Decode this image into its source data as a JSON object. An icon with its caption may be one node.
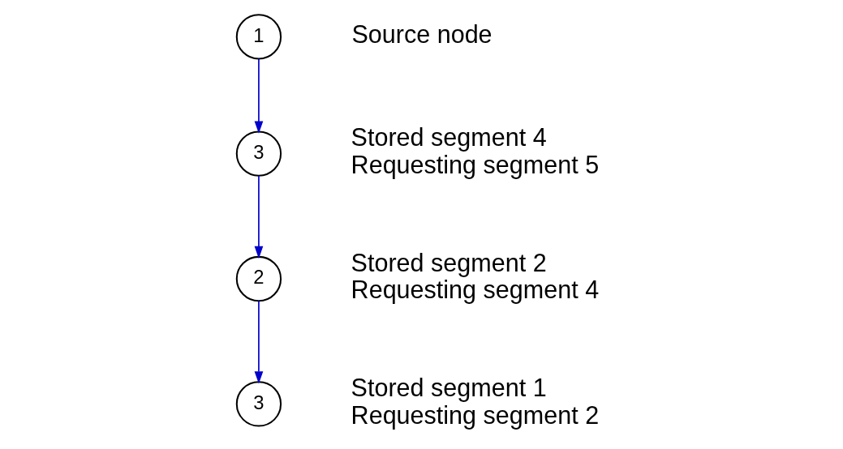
{
  "diagram": {
    "nodes": [
      {
        "text": [
          "1"
        ],
        "beside": [
          "Source node"
        ]
      },
      {
        "text": [
          "2"
        ],
        "beside": [
          "Stored segment 2",
          "Requesting segment 4"
        ]
      },
      {
        "text": [
          "3"
        ],
        "beside": [
          "Stored segment 4",
          "Requesting segment 5"
        ]
      },
      {
        "text": [
          "3"
        ],
        "beside": [
          "Stored segment 1",
          "Requesting segment 2"
        ]
      }
    ],
    "edges": [
      {
        "from": 0,
        "to": 2,
        "arrow": "to"
      },
      {
        "from": 2,
        "to": 1,
        "arrow": "to"
      },
      {
        "from": 1,
        "to": 3,
        "arrow": "to"
      }
    ]
  }
}
